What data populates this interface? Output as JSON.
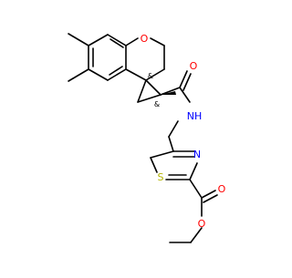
{
  "molecule": {
    "atom_labels": {
      "ring_oxygen": "O",
      "amide_oxygen": "O",
      "amide_nh": "NH",
      "thiazole_nitrogen": "N",
      "thiazole_sulfur": "S",
      "ester_carbonyl_oxygen": "O",
      "ester_ether_oxygen": "O"
    },
    "stereo_labels": {
      "spiro_center": "&",
      "cyclopropane_center": "&"
    },
    "colors": {
      "bond": "#000000",
      "oxygen": "#ff0000",
      "nitrogen": "#0000ff",
      "sulfur": "#b2b200",
      "background": "#ffffff"
    }
  }
}
